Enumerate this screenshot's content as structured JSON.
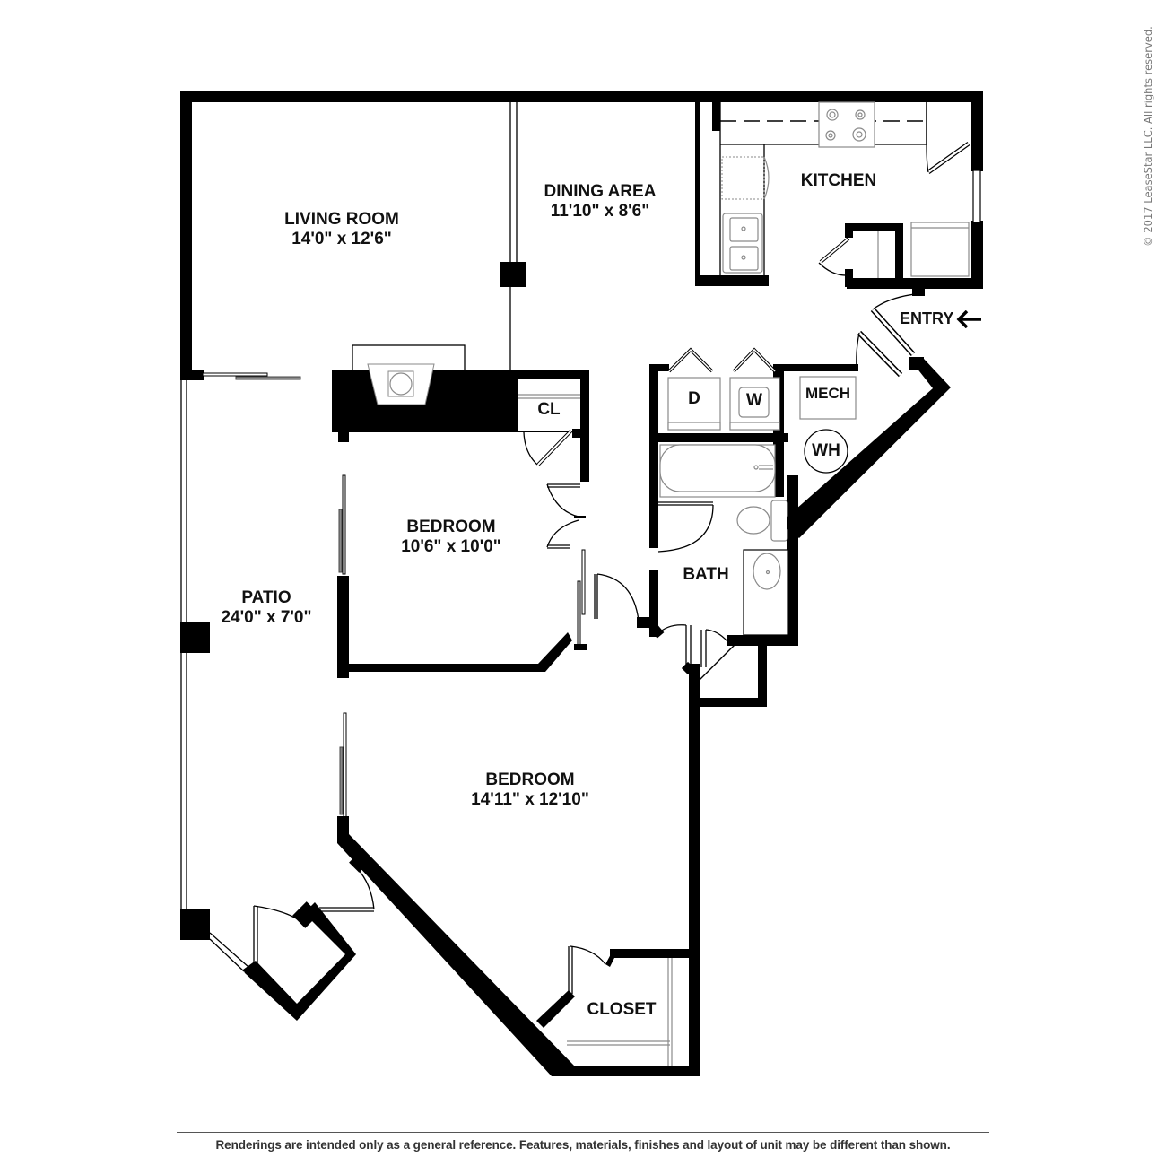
{
  "floorplan": {
    "rooms": [
      {
        "id": "living-room",
        "name": "LIVING ROOM",
        "dimensions": "14'0\" x 12'6\""
      },
      {
        "id": "dining-area",
        "name": "DINING AREA",
        "dimensions": "11'10\" x 8'6\""
      },
      {
        "id": "kitchen",
        "name": "KITCHEN",
        "dimensions": ""
      },
      {
        "id": "bedroom-1",
        "name": "BEDROOM",
        "dimensions": "10'6\" x 10'0\""
      },
      {
        "id": "bedroom-2",
        "name": "BEDROOM",
        "dimensions": "14'11\" x 12'10\""
      },
      {
        "id": "patio",
        "name": "PATIO",
        "dimensions": "24'0\" x 7'0\""
      },
      {
        "id": "bath",
        "name": "BATH",
        "dimensions": ""
      },
      {
        "id": "closet",
        "name": "CLOSET",
        "dimensions": ""
      },
      {
        "id": "cl",
        "name": "CL",
        "dimensions": ""
      },
      {
        "id": "mech",
        "name": "MECH",
        "dimensions": ""
      }
    ],
    "appliances": {
      "dryer": "D",
      "washer": "W",
      "water_heater": "WH"
    },
    "entry": {
      "label": "ENTRY",
      "icon": "arrow-left-icon"
    }
  },
  "footer": {
    "disclaimer": "Renderings are intended only as a general reference. Features, materials, finishes and layout of unit may be different than shown."
  },
  "copyright": "© 2017 LeaseStar LLC. All rights reserved.",
  "colors": {
    "wall": "#000000",
    "background": "#ffffff",
    "fixture_outline": "#8a8a8a",
    "text": "#111111"
  }
}
